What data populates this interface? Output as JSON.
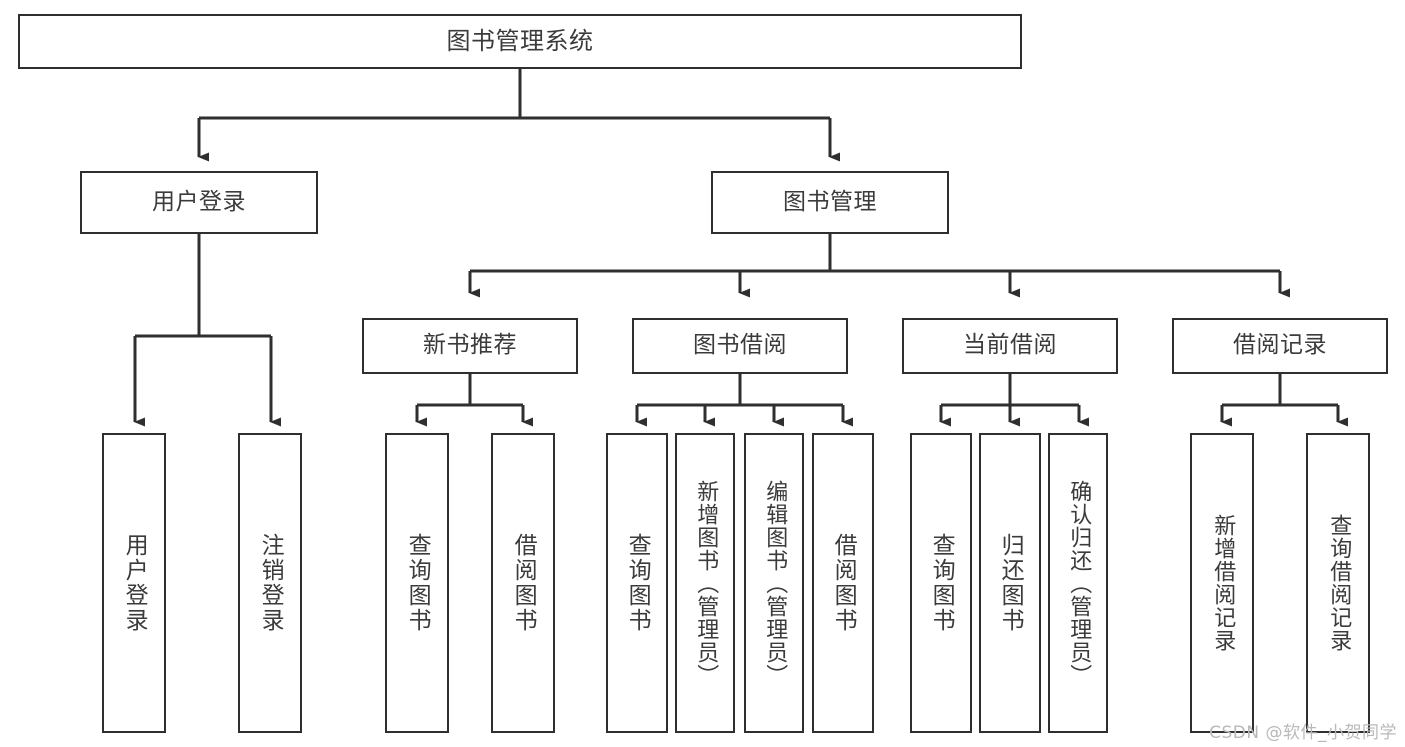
{
  "diagram": {
    "title": "图书管理系统",
    "type": "tree-hierarchy",
    "line_color": "#2f2f2f",
    "text_color": "#3b3b3b",
    "background": "#ffffff",
    "watermark": "CSDN @软件_小贺同学"
  },
  "nodes": {
    "root": {
      "label": "图书管理系统"
    },
    "level2": [
      {
        "id": "user-login",
        "label": "用户登录"
      },
      {
        "id": "book-manage",
        "label": "图书管理"
      }
    ],
    "level3": [
      {
        "id": "new-book-recommend",
        "label": "新书推荐"
      },
      {
        "id": "book-borrow",
        "label": "图书借阅"
      },
      {
        "id": "current-borrow",
        "label": "当前借阅"
      },
      {
        "id": "borrow-record",
        "label": "借阅记录"
      }
    ],
    "leaves": {
      "user_login": [
        {
          "id": "leaf-user-login",
          "label": "用户登录"
        },
        {
          "id": "leaf-logout",
          "label": "注销登录"
        }
      ],
      "new_book_recommend": [
        {
          "id": "leaf-query-book-1",
          "label": "查询图书"
        },
        {
          "id": "leaf-borrow-book-1",
          "label": "借阅图书"
        }
      ],
      "book_borrow": [
        {
          "id": "leaf-query-book-2",
          "label": "查询图书"
        },
        {
          "id": "leaf-add-book",
          "label": "新增图书（管理员）"
        },
        {
          "id": "leaf-edit-book",
          "label": "编辑图书（管理员）"
        },
        {
          "id": "leaf-borrow-book-2",
          "label": "借阅图书"
        }
      ],
      "current_borrow": [
        {
          "id": "leaf-query-book-3",
          "label": "查询图书"
        },
        {
          "id": "leaf-return-book",
          "label": "归还图书"
        },
        {
          "id": "leaf-confirm-return",
          "label": "确认归还（管理员）"
        }
      ],
      "borrow_record": [
        {
          "id": "leaf-add-record",
          "label": "新增借阅记录"
        },
        {
          "id": "leaf-query-record",
          "label": "查询借阅记录"
        }
      ]
    }
  }
}
